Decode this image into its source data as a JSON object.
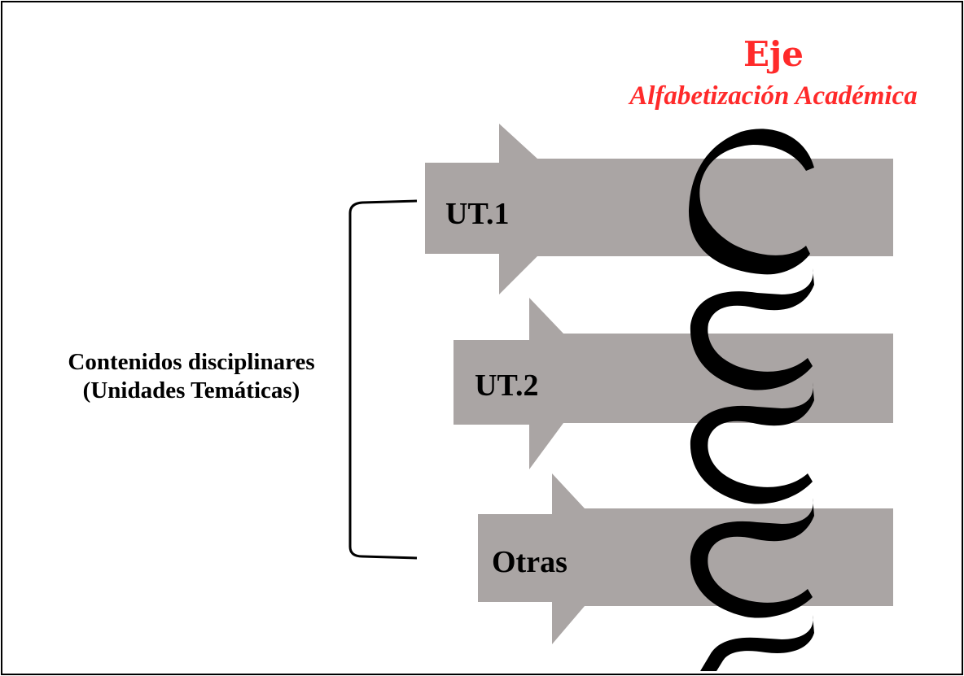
{
  "header": {
    "title": "Eje",
    "subtitle": "Alfabetización Académica"
  },
  "units": [
    {
      "label": "UT.1"
    },
    {
      "label": "UT.2"
    },
    {
      "label": "Otras"
    }
  ],
  "group": {
    "line1": "Contenidos disciplinares",
    "line2": "(Unidades Temáticas)"
  },
  "colors": {
    "accent": "#ff2a2a",
    "arrow": "#aaa5a4",
    "helix": "#000000"
  }
}
